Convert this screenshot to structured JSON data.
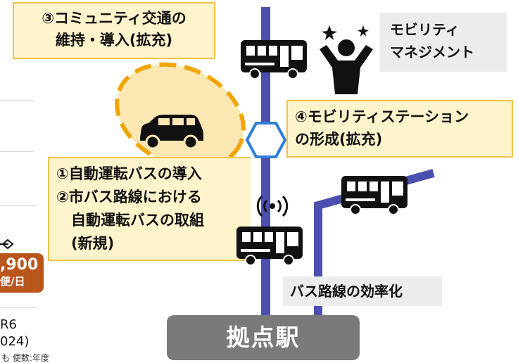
{
  "callouts": {
    "community": "③コミュニティ交通の\n維持・導入(拡充)",
    "mobility_station": "④モビリティステーション\nの形成(拡充)",
    "autonomous": "①自動運転バスの導入\n②市バス路線における\n　自動運転バスの取組\n　(新規)"
  },
  "labels": {
    "mobility_management": "モビリティ\nマネジメント",
    "bus_route_efficiency": "バス路線の効率化",
    "hub_station": "拠点駅"
  },
  "left_fragments": {
    "badge_value": ",900",
    "badge_unit": "便/日",
    "year_line1": "R6",
    "year_line2": "024)",
    "footnote": "も 便数:年度"
  },
  "icons": {
    "bus_top": "bus-icon",
    "car": "car-icon",
    "person": "cheering-person-icon",
    "hexagon": "hexagon-station-icon",
    "signal": "wireless-signal-icon",
    "bus_autonomous": "bus-icon",
    "bus_right": "bus-icon"
  },
  "colors": {
    "route_line": "#4b4fb0",
    "callout_fill": "#fff4cc",
    "callout_border": "#f0c24a",
    "dashed_ellipse": "#f0a500",
    "hexagon_stroke": "#2f7fd6",
    "hub_fill": "#7a7a7a",
    "badge_fill": "#b8561b"
  }
}
